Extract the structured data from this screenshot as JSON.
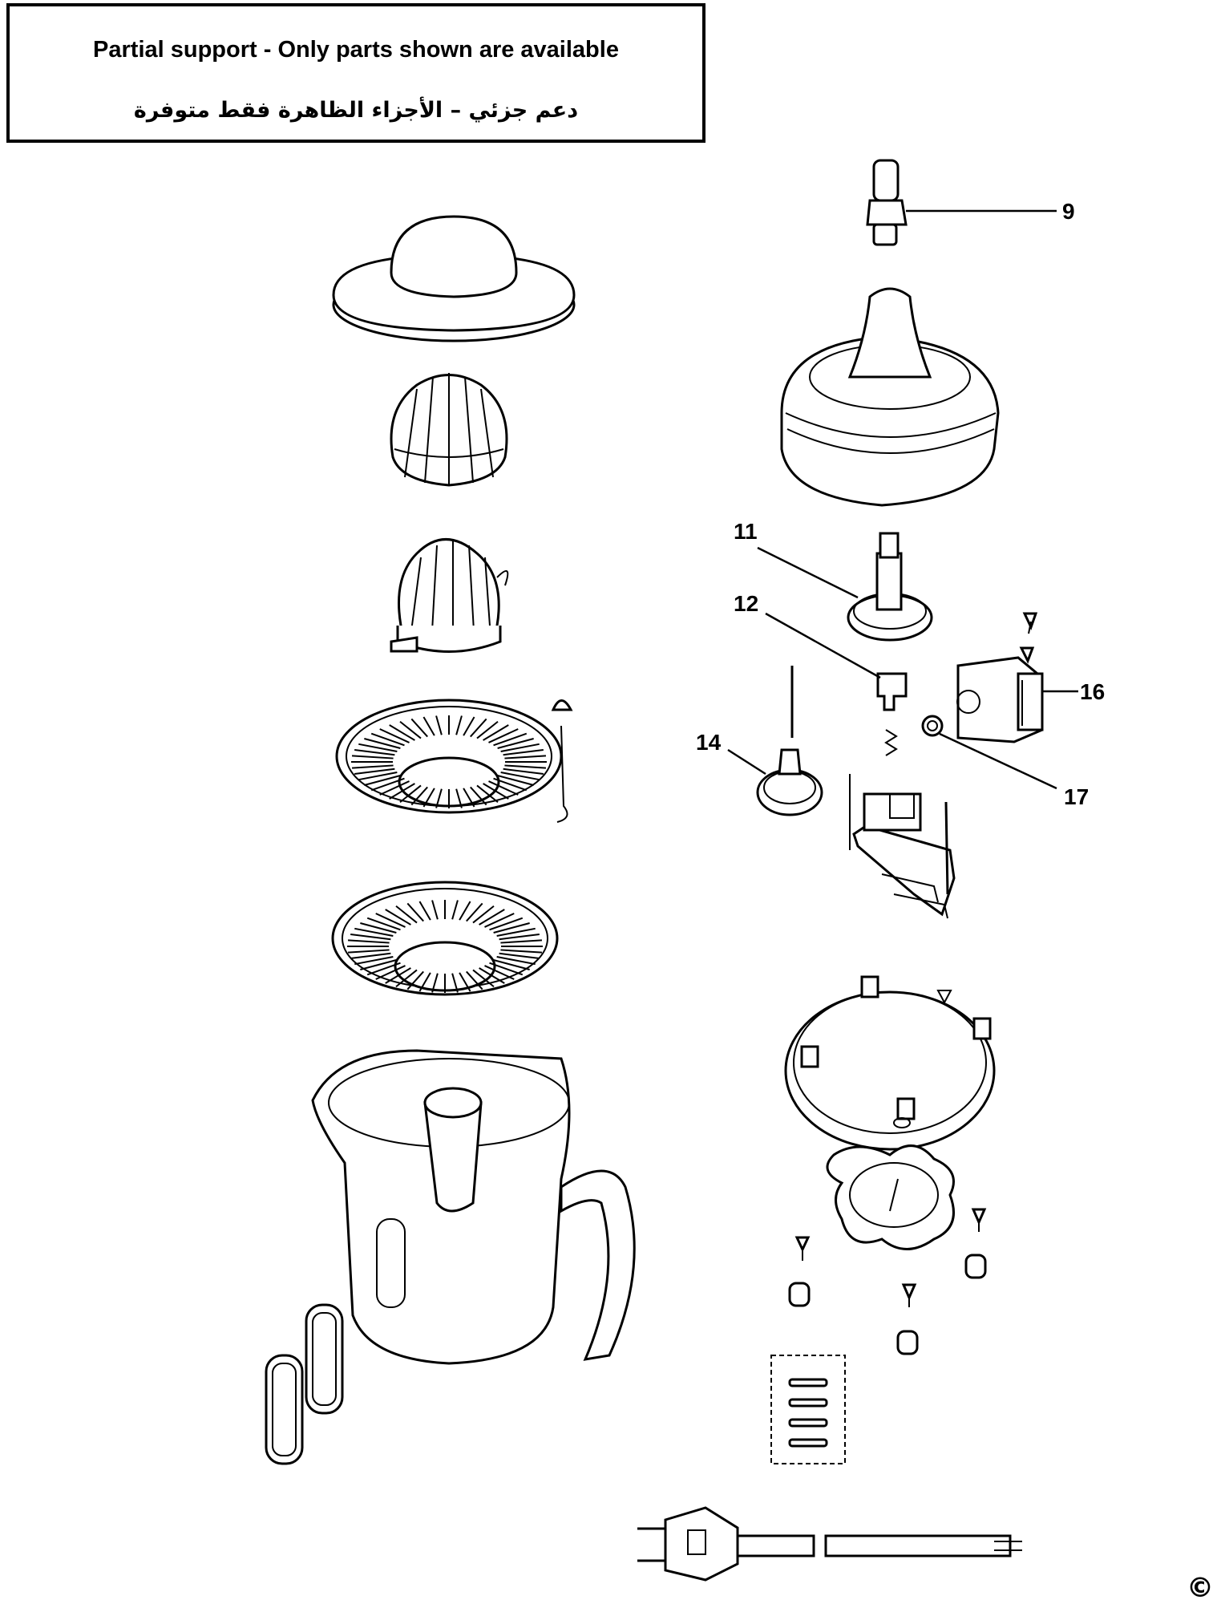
{
  "notice": {
    "english": "Partial support - Only parts shown are available",
    "arabic": "دعم جزئي – الأجزاء الظاهرة فقط متوفرة"
  },
  "part_labels": [
    "9",
    "11",
    "12",
    "14",
    "16",
    "17"
  ],
  "copyright": "©"
}
